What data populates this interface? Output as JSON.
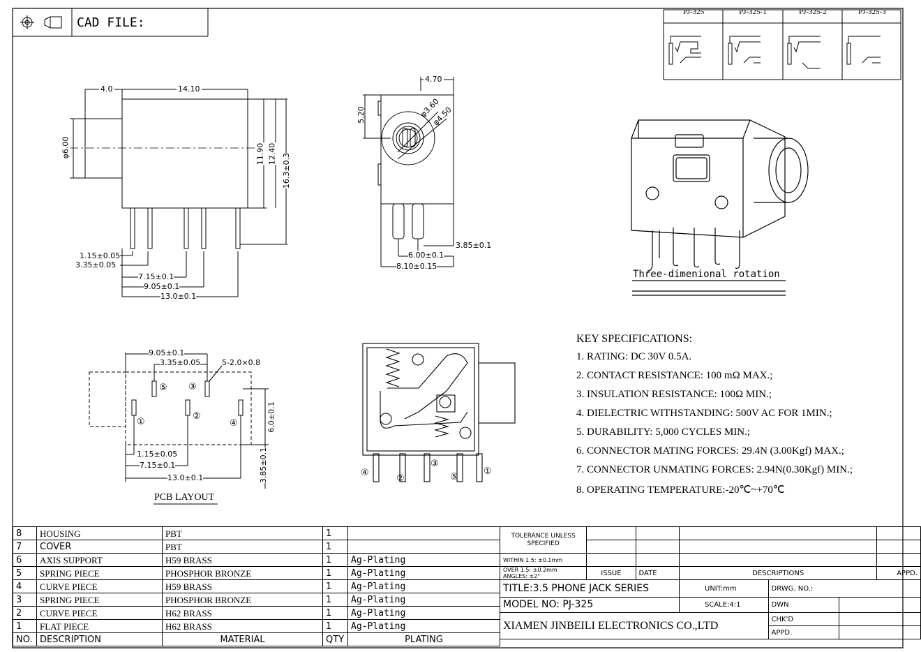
{
  "header": {
    "cad_label": "CAD FILE:"
  },
  "variants": [
    "PJ-325",
    "PJ-325-1",
    "PJ-325-2",
    "PJ-325-3"
  ],
  "dimensions": {
    "side": [
      "4.0",
      "14.10",
      "φ6.00",
      "11.90",
      "12.40",
      "16.3±0.3",
      "1.15±0.05",
      "3.35±0.05",
      "7.15±0.1",
      "9.05±0.1",
      "13.0±0.1"
    ],
    "front": [
      "4.70",
      "5.20",
      "φ3.60",
      "φ4.50",
      "3.85±0.1",
      "6.00±0.1",
      "8.10±0.15"
    ],
    "pcb": [
      "9.05±0.1",
      "3.35±0.05",
      "5-2.0×0.8",
      "1.15±0.05",
      "7.15±0.1",
      "13.0±0.1",
      "6.0±0.1",
      "3.85±0.1"
    ]
  },
  "rotation_caption": "Three-dimenional rotation",
  "pcb_caption": "PCB LAYOUT",
  "pin_labels": [
    "①",
    "②",
    "③",
    "④",
    "⑤"
  ],
  "specs": {
    "title": "KEY SPECIFICATIONS:",
    "items": [
      "1. RATING: DC 30V 0.5A.",
      "2. CONTACT RESISTANCE: 100 mΩ MAX.;",
      "3. INSULATION RESISTANCE: 100Ω MIN.;",
      "4. DIELECTRIC WITHSTANDING: 500V AC FOR 1MIN.;",
      "5. DURABILITY: 5,000 CYCLES MIN.;",
      "6. CONNECTOR MATING FORCES: 29.4N (3.00Kgf) MAX.;",
      "7. CONNECTOR UNMATING FORCES: 2.94N(0.30Kgf) MIN.;",
      "8. OPERATING TEMPERATURE:-20℃~+70℃"
    ]
  },
  "bom": {
    "rows": [
      {
        "no": "8",
        "desc": "HOUSING",
        "mat": "PBT",
        "qty": "1",
        "plating": ""
      },
      {
        "no": "7",
        "desc": "COVER",
        "mat": "PBT",
        "qty": "1",
        "plating": ""
      },
      {
        "no": "6",
        "desc": "AXIS SUPPORT",
        "mat": "H59 BRASS",
        "qty": "1",
        "plating": "Ag-Plating"
      },
      {
        "no": "5",
        "desc": "SPRING PIECE",
        "mat": "PHOSPHOR BRONZE",
        "qty": "1",
        "plating": "Ag-Plating"
      },
      {
        "no": "4",
        "desc": "CURVE PIECE",
        "mat": "H59 BRASS",
        "qty": "1",
        "plating": "Ag-Plating"
      },
      {
        "no": "3",
        "desc": "SPRING PIECE",
        "mat": "PHOSPHOR BRONZE",
        "qty": "1",
        "plating": "Ag-Plating"
      },
      {
        "no": "2",
        "desc": "CURVE PIECE",
        "mat": "H62 BRASS",
        "qty": "1",
        "plating": "Ag-Plating"
      },
      {
        "no": "1",
        "desc": "FLAT PIECE",
        "mat": "H62 BRASS",
        "qty": "1",
        "plating": "Ag-Plating"
      }
    ],
    "header": {
      "no": "NO.",
      "desc": "DESCRIPTION",
      "mat": "MATERIAL",
      "qty": "QTY",
      "plating": "PLATING"
    }
  },
  "title_block": {
    "tolerance": "TOLERANCE UNLESS SPECIFIED",
    "within": "WITHIN 1.5: ±0.1mm",
    "over": "OVER 1.5: ±0.2mm",
    "angles": "ANGLES: ±2°",
    "issue": "ISSUE",
    "date": "DATE",
    "descriptions": "DESCRIPTIONS",
    "appd": "APPD.",
    "title": "TITLE:3.5 PHONE JACK SERIES",
    "unit": "UNIT:mm",
    "drwg_no": "DRWG. NO.:",
    "model": "MODEL NO: PJ-325",
    "scale": "SCALE:4:1",
    "dwn": "DWN",
    "chkd": "CHK'D",
    "appd2": "APPD.",
    "company": "XIAMEN JINBEILI ELECTRONICS CO.,LTD"
  }
}
